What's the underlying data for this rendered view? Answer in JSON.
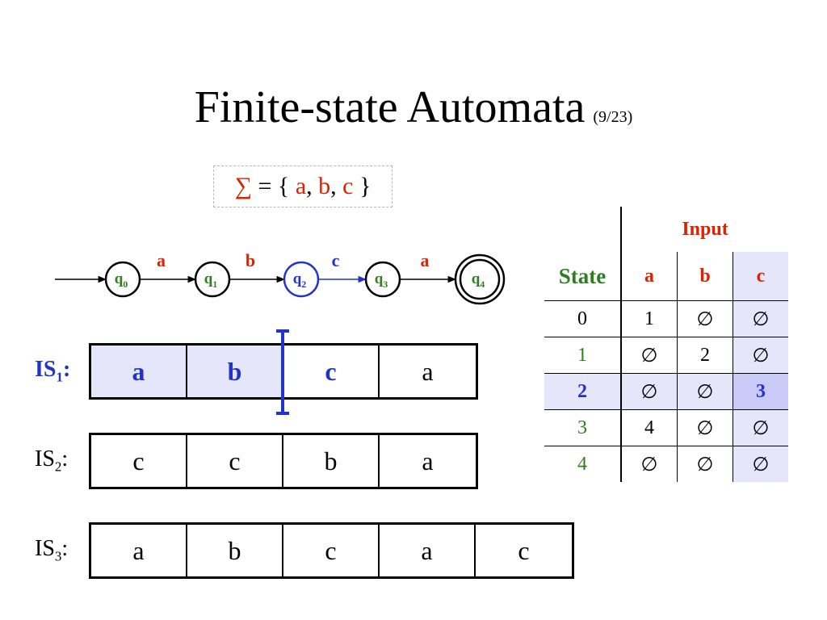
{
  "title": {
    "main": "Finite-state Automata",
    "sub": "(9/23)"
  },
  "alphabet": {
    "sigma": "∑",
    "eq_open": "= {",
    "a": "a",
    "sep1": ",",
    "b": "b",
    "sep2": ",",
    "c": "c",
    "close": "}"
  },
  "fsa": {
    "states": [
      {
        "sub": "0",
        "final": false,
        "active": false
      },
      {
        "sub": "1",
        "final": false,
        "active": false
      },
      {
        "sub": "2",
        "final": false,
        "active": true
      },
      {
        "sub": "3",
        "final": false,
        "active": false
      },
      {
        "sub": "4",
        "final": true,
        "active": false
      }
    ],
    "state_prefix": "q",
    "edges": [
      "a",
      "b",
      "c",
      "a"
    ],
    "active_edge": 2,
    "colors": {
      "active": "#2233cc",
      "green": "#2e7d1e",
      "red": "#dd2200"
    }
  },
  "strings": [
    {
      "label": "IS",
      "sub": "1",
      "suffix": ":",
      "cells": [
        "a",
        "b",
        "c",
        "a"
      ],
      "active": true,
      "read": 2
    },
    {
      "label": "IS",
      "sub": "2",
      "suffix": ":",
      "cells": [
        "c",
        "c",
        "b",
        "a"
      ],
      "active": false,
      "read": 0
    },
    {
      "label": "IS",
      "sub": "3",
      "suffix": ":",
      "cells": [
        "a",
        "b",
        "c",
        "a",
        "c"
      ],
      "active": false,
      "read": 0
    }
  ],
  "table": {
    "input_header": "Input",
    "state_header": "State",
    "columns": [
      "a",
      "b",
      "c"
    ],
    "rows": [
      {
        "state": "0",
        "cells": [
          "1",
          "∅",
          "∅"
        ]
      },
      {
        "state": "1",
        "cells": [
          "∅",
          "2",
          "∅"
        ]
      },
      {
        "state": "2",
        "cells": [
          "∅",
          "∅",
          "3"
        ]
      },
      {
        "state": "3",
        "cells": [
          "4",
          "∅",
          "∅"
        ]
      },
      {
        "state": "4",
        "cells": [
          "∅",
          "∅",
          "∅"
        ]
      }
    ],
    "active_row": 2,
    "active_col": 2
  }
}
